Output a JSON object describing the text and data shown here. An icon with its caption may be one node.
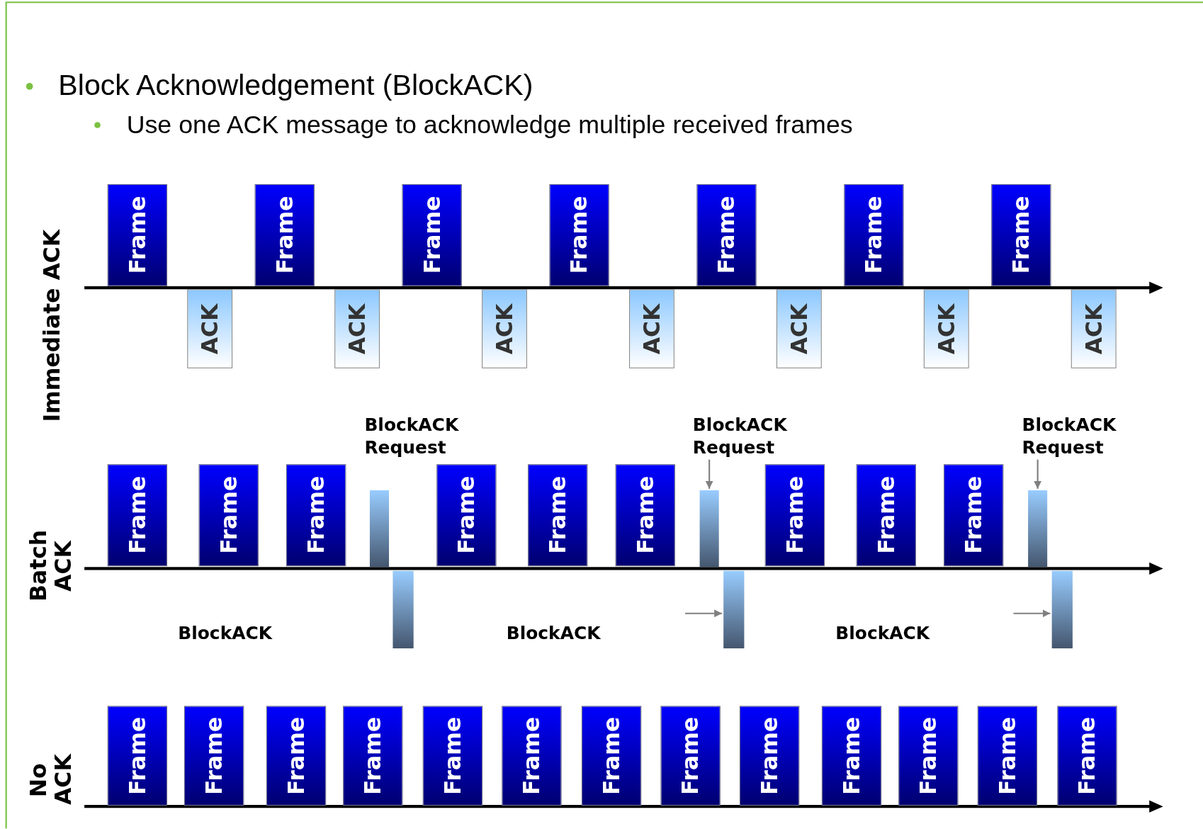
{
  "diagram": {
    "title": "Block Acknowledgement (BlockACK)",
    "nodes": [
      {
        "text": [
          "Frame"
        ]
      },
      {
        "text": [
          "ACK"
        ]
      },
      {
        "text": [
          "Frame"
        ]
      },
      {
        "text": [
          "ACK"
        ]
      },
      {
        "text": [
          "Frame"
        ]
      },
      {
        "text": [
          "ACK"
        ]
      },
      {
        "text": [
          "Frame"
        ]
      },
      {
        "text": [
          "ACK"
        ]
      },
      {
        "text": [
          "Frame"
        ]
      },
      {
        "text": [
          "ACK"
        ]
      },
      {
        "text": [
          "Frame"
        ]
      },
      {
        "text": [
          "ACK"
        ]
      },
      {
        "text": [
          "Frame"
        ]
      },
      {
        "text": [
          "ACK"
        ]
      },
      {
        "text": [
          "Frame"
        ]
      },
      {
        "text": [
          "Frame"
        ]
      },
      {
        "text": [
          "Frame"
        ]
      },
      {
        "text": [],
        "shape": "bar"
      },
      {
        "text": [],
        "shape": "bar"
      },
      {
        "text": [
          "Frame"
        ]
      },
      {
        "text": [
          "Frame"
        ]
      },
      {
        "text": [
          "Frame"
        ]
      },
      {
        "text": [
          "BlockACK Request"
        ]
      },
      {
        "text": [],
        "shape": "bar"
      },
      {
        "text": [],
        "shape": "bar"
      },
      {
        "text": [
          "Frame"
        ]
      },
      {
        "text": [
          "Frame"
        ]
      },
      {
        "text": [
          "Frame"
        ]
      },
      {
        "text": [
          "BlockACK Request"
        ]
      },
      {
        "text": [],
        "shape": "bar"
      },
      {
        "text": [],
        "shape": "bar"
      },
      {
        "text": [
          "Frame"
        ]
      },
      {
        "text": [
          "Frame"
        ]
      },
      {
        "text": [
          "Frame"
        ]
      },
      {
        "text": [
          "Frame"
        ]
      },
      {
        "text": [
          "Frame"
        ]
      },
      {
        "text": [
          "Frame"
        ]
      },
      {
        "text": [
          "Frame"
        ]
      },
      {
        "text": [
          "Frame"
        ]
      },
      {
        "text": [
          "Frame"
        ]
      },
      {
        "text": [
          "Frame"
        ]
      },
      {
        "text": [
          "Frame"
        ]
      },
      {
        "text": [
          "Frame"
        ]
      },
      {
        "text": [
          "Frame"
        ]
      }
    ],
    "edges": [
      {
        "from": 22,
        "to": 23,
        "arrow": "to"
      },
      {
        "from": null,
        "to": 24,
        "arrow": "to"
      },
      {
        "from": 28,
        "to": 29,
        "arrow": "to"
      },
      {
        "from": null,
        "to": 30,
        "arrow": "to"
      }
    ],
    "labels": [
      "Use one ACK message to acknowledge multiple received frames",
      "Immediate ACK",
      "BlockACK Request",
      "Batch ACK",
      "BlockACK",
      "BlockACK",
      "BlockACK",
      "No ACK"
    ]
  }
}
